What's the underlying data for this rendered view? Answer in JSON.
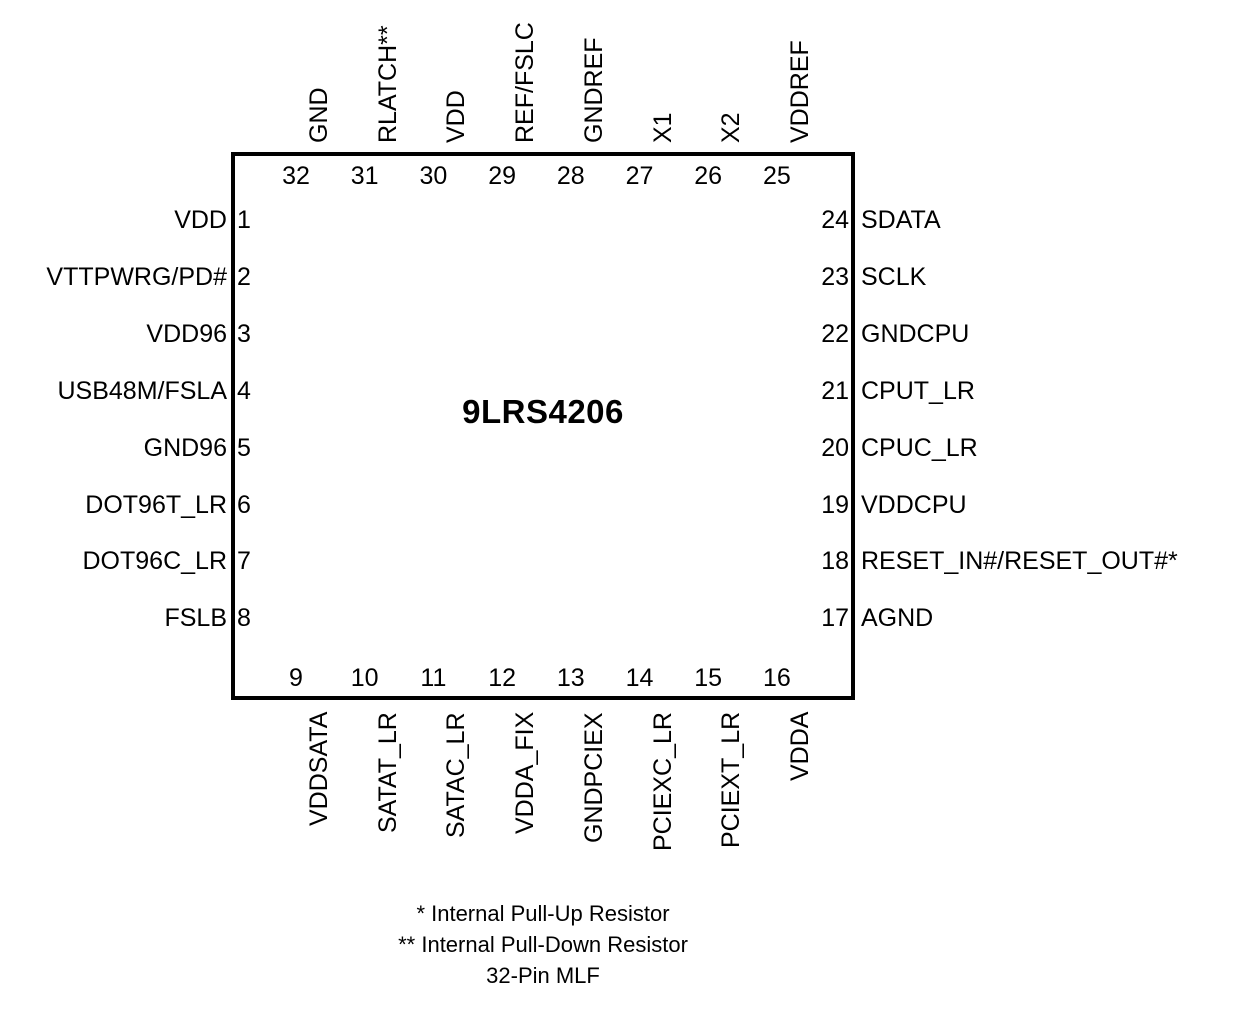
{
  "diagram": {
    "part_number": "9LRS4206",
    "package_note": "32-Pin MLF",
    "footnotes": [
      "* Internal Pull-Up Resistor",
      "** Internal Pull-Down Resistor",
      "32-Pin MLF"
    ]
  },
  "pins": {
    "left": [
      {
        "number": "1",
        "label": "VDD"
      },
      {
        "number": "2",
        "label": "VTTPWRG/PD#"
      },
      {
        "number": "3",
        "label": "VDD96"
      },
      {
        "number": "4",
        "label": "USB48M/FSLA"
      },
      {
        "number": "5",
        "label": "GND96"
      },
      {
        "number": "6",
        "label": "DOT96T_LR"
      },
      {
        "number": "7",
        "label": "DOT96C_LR"
      },
      {
        "number": "8",
        "label": "FSLB"
      }
    ],
    "bottom": [
      {
        "number": "9",
        "label": "VDDSATA"
      },
      {
        "number": "10",
        "label": "SATAT_LR"
      },
      {
        "number": "11",
        "label": "SATAC_LR"
      },
      {
        "number": "12",
        "label": "VDDA_FIX"
      },
      {
        "number": "13",
        "label": "GNDPCIEX"
      },
      {
        "number": "14",
        "label": "PCIEXC_LR"
      },
      {
        "number": "15",
        "label": "PCIEXT_LR"
      },
      {
        "number": "16",
        "label": "VDDA"
      }
    ],
    "right": [
      {
        "number": "24",
        "label": "SDATA"
      },
      {
        "number": "23",
        "label": "SCLK"
      },
      {
        "number": "22",
        "label": "GNDCPU"
      },
      {
        "number": "21",
        "label": "CPUT_LR"
      },
      {
        "number": "20",
        "label": "CPUC_LR"
      },
      {
        "number": "19",
        "label": "VDDCPU"
      },
      {
        "number": "18",
        "label": "RESET_IN#/RESET_OUT#*"
      },
      {
        "number": "17",
        "label": "AGND"
      }
    ],
    "top": [
      {
        "number": "32",
        "label": "GND"
      },
      {
        "number": "31",
        "label": "RLATCH**"
      },
      {
        "number": "30",
        "label": "VDD"
      },
      {
        "number": "29",
        "label": "REF/FSLC"
      },
      {
        "number": "28",
        "label": "GNDREF"
      },
      {
        "number": "27",
        "label": "X1"
      },
      {
        "number": "26",
        "label": "X2"
      },
      {
        "number": "25",
        "label": "VDDREF"
      }
    ]
  },
  "colors": {
    "ink": "#000000",
    "background": "#ffffff"
  }
}
